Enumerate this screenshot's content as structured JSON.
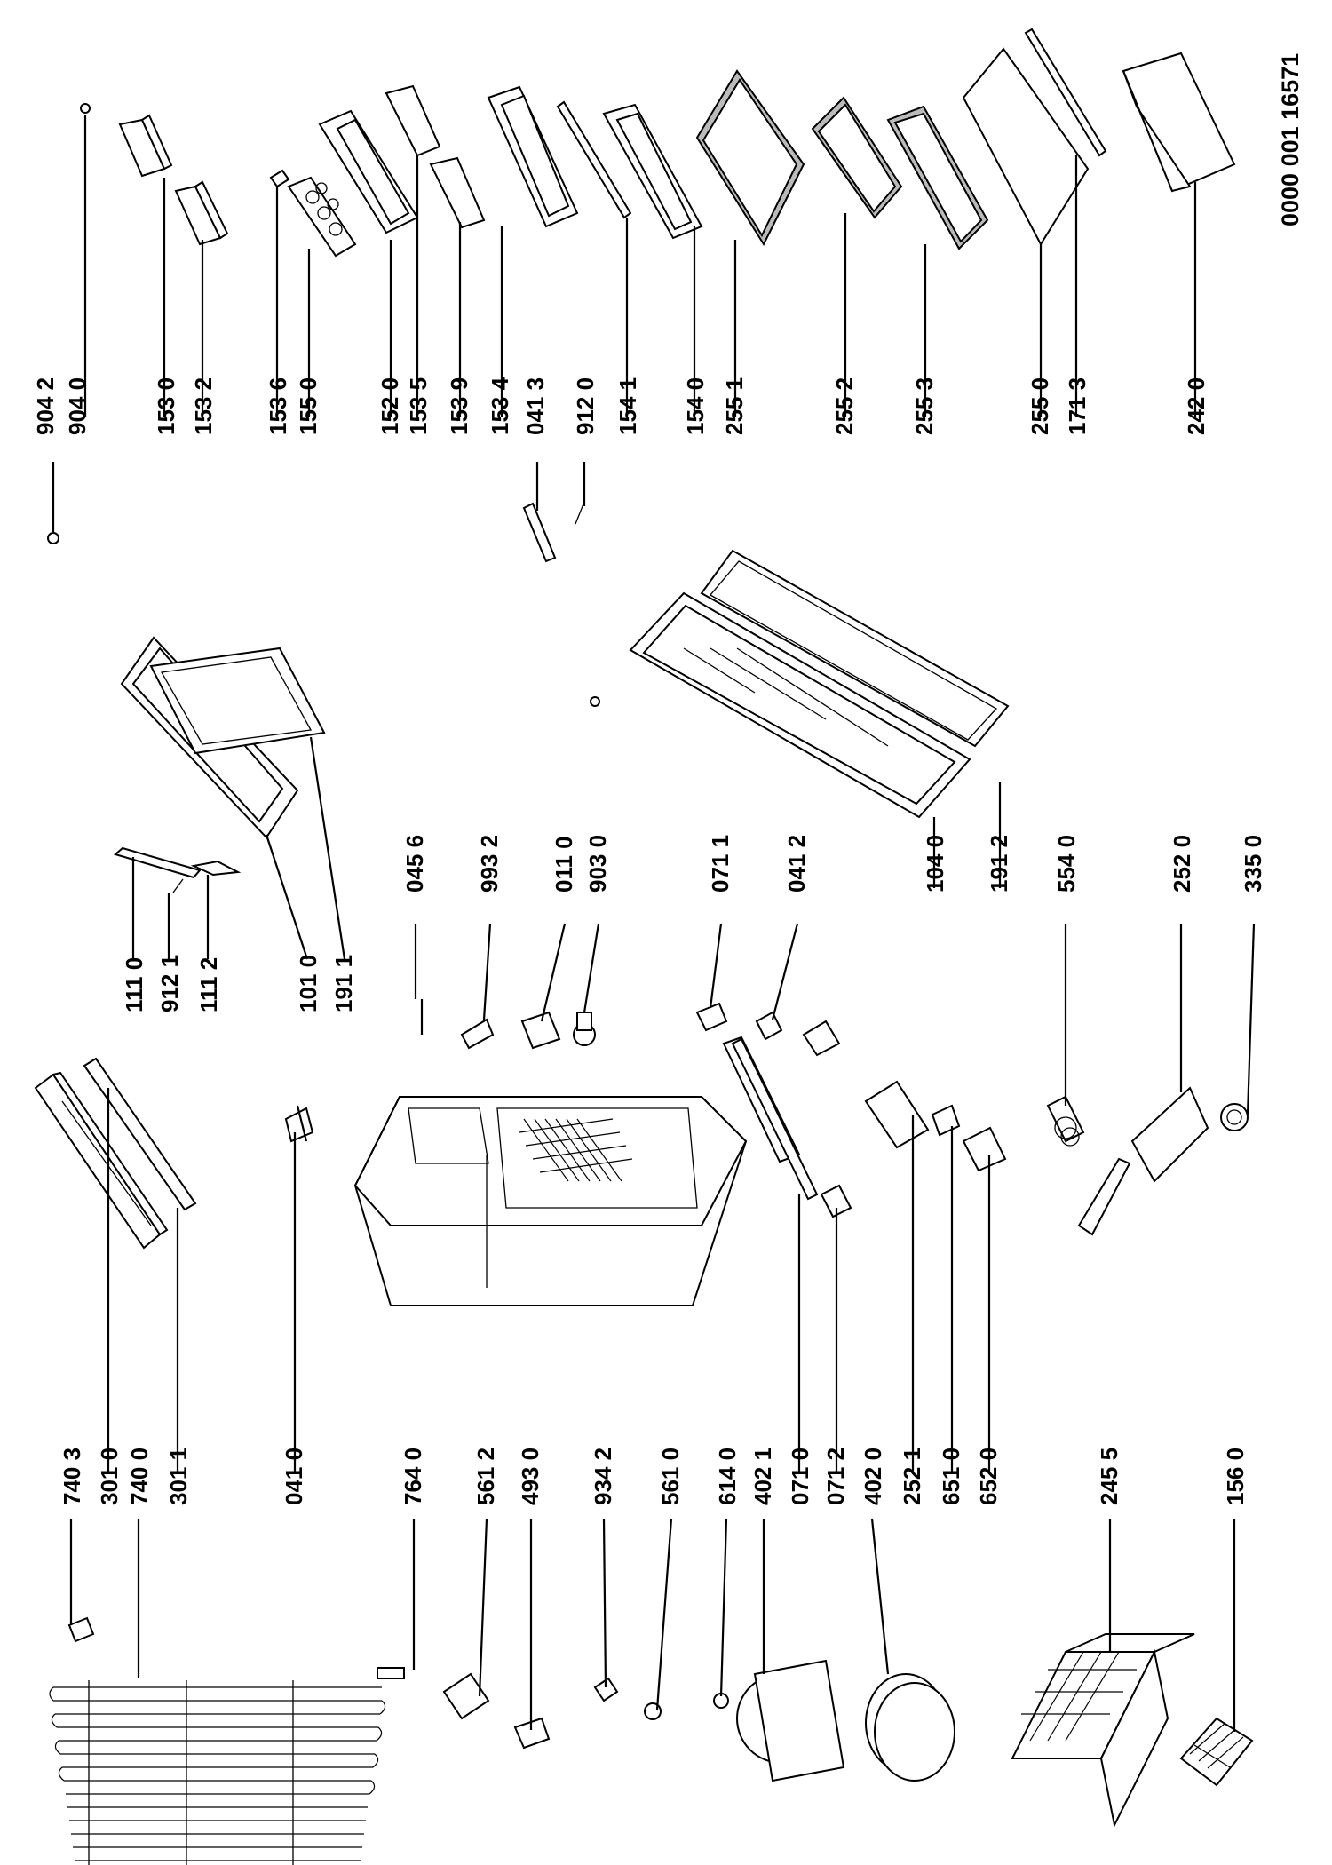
{
  "document_code": "0000 001 16571",
  "parts": [
    "904 2",
    "904 0",
    "153 0",
    "153 2",
    "153 6",
    "155 0",
    "152 0",
    "153 5",
    "153 9",
    "153 4",
    "041 3",
    "912 0",
    "154 1",
    "154 0",
    "255 1",
    "255 2",
    "255 3",
    "255 0",
    "171 3",
    "242 0",
    "111 0",
    "912 1",
    "111 2",
    "101 0",
    "191 1",
    "045 6",
    "993 2",
    "011 0",
    "903 0",
    "071 1",
    "041 2",
    "104 0",
    "191 2",
    "554 0",
    "252 0",
    "335 0",
    "740 3",
    "301 0",
    "740 0",
    "301 1",
    "041 0",
    "764 0",
    "561 2",
    "493 0",
    "934 2",
    "561 0",
    "614 0",
    "402 1",
    "071 0",
    "071 2",
    "402 0",
    "252 1",
    "651 0",
    "652 0",
    "245 5",
    "156 0"
  ]
}
